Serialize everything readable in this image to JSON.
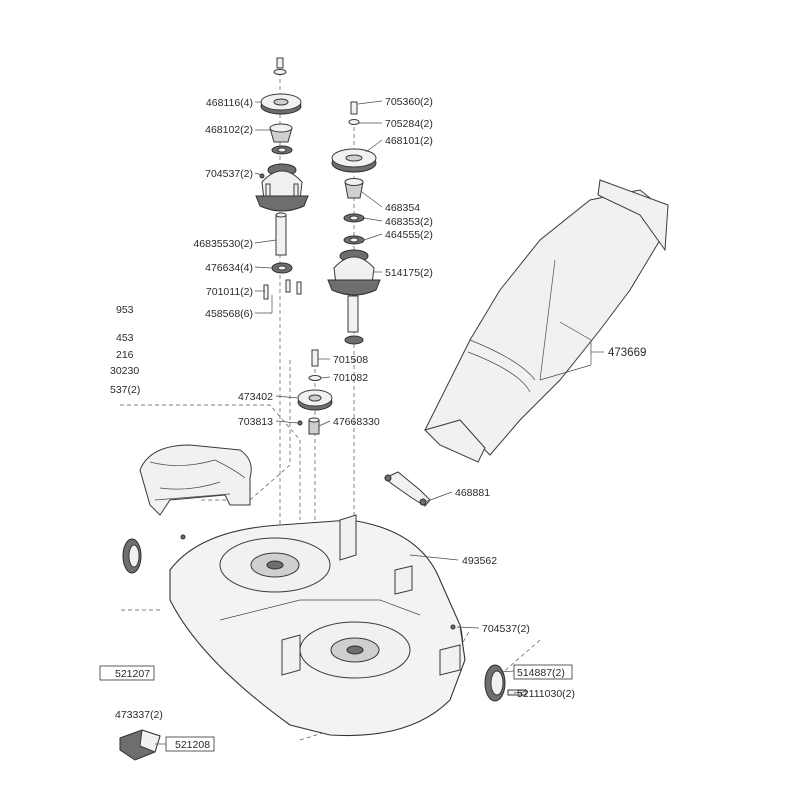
{
  "labels": {
    "l468116": "468116(4)",
    "l468102": "468102(2)",
    "l704537a": "704537(2)",
    "l46835530": "46835530(2)",
    "l476634": "476634(4)",
    "l701011": "701011(2)",
    "l458568": "458568(6)",
    "l705360": "705360(2)",
    "l705284": "705284(2)",
    "l468101": "468101(2)",
    "l468354": "468354",
    "l468353": "468353(2)",
    "l464555": "464555(2)",
    "l514175": "514175(2)",
    "l701508": "701508",
    "l701082": "701082",
    "l473402": "473402",
    "l703813": "703813",
    "l47668330": "47668330",
    "l473669": "473669",
    "l468881": "468881",
    "l493562": "493562",
    "l704537b": "704537(2)",
    "l514887": "514887(2)",
    "l52111030": "52111030(2)",
    "l521207": "521207",
    "l473337": "473337(2)",
    "l521208": "521208",
    "c953": "953",
    "c453": "453",
    "c216": "216",
    "c30230": "30230",
    "c537": "537(2)"
  }
}
